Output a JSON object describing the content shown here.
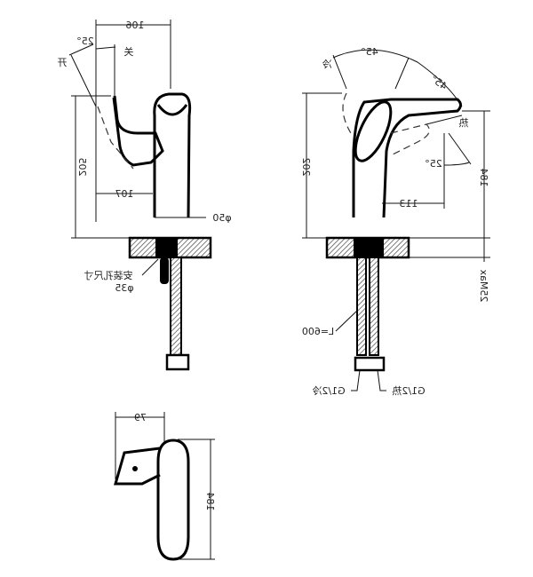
{
  "side_view": {
    "width_dim": "106",
    "angle": "25°",
    "close_label": "关",
    "open_label": "开",
    "height_dim": "205",
    "reach_dim": "107",
    "body_dia": "φ50",
    "hole_label": "安装孔尺寸",
    "hole_dia": "φ35"
  },
  "front_view": {
    "cold_label": "冷",
    "angle_left": "45°",
    "angle_right": "45°",
    "hot_label": "热",
    "angle_small": "25°",
    "height_dim": "202",
    "spout_height_dim": "184",
    "reach_dim": "113",
    "max_thickness": "25Max",
    "hose_length": "L=600",
    "cold_inlet": "G1/2冷",
    "hot_inlet": "G1/2热"
  },
  "top_view": {
    "width_dim": "79",
    "height_dim": "184"
  }
}
